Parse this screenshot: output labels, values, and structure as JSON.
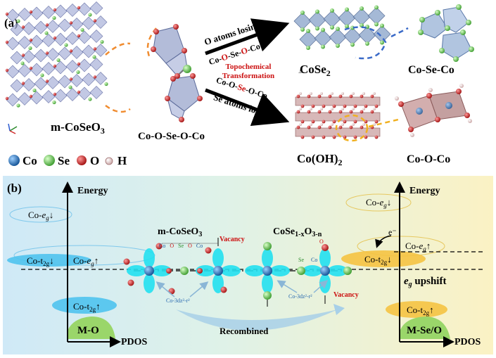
{
  "panel_a": {
    "panel_label": "(a)",
    "m_coseo3": {
      "base": "m-CoSeO",
      "sub": "3"
    },
    "chain_label": "Co-O-Se-O-Co",
    "o_losing": "O atoms losing",
    "seq_top": {
      "p1": "Co-",
      "p2": "O",
      "p3": "-Se-",
      "p4": "O",
      "p5": "-Co"
    },
    "topo_line1": "Topochemical",
    "topo_line2": "Transformation",
    "seq_bottom": {
      "p1": "Co-O-",
      "p2": "Se",
      "p3": "-O-Co"
    },
    "se_losing": "Se atoms losing",
    "cose2": {
      "base": "CoSe",
      "sub": "2"
    },
    "co_se_co": "Co-Se-Co",
    "cooh2": {
      "base": "Co(OH)",
      "sub": "2"
    },
    "co_o_co": "Co-O-Co",
    "legend": {
      "co": "Co",
      "se": "Se",
      "o": "O",
      "h": "H"
    }
  },
  "panel_b": {
    "panel_label": "(b)",
    "energy_left": "Energy",
    "energy_right": "Energy",
    "pdos_left": "PDOS",
    "pdos_right": "PDOS",
    "left_eg_down": {
      "base": "Co-",
      "it": "e",
      "sub": "g",
      "arrow": "↓"
    },
    "left_t2g_down": {
      "base": "Co-t",
      "sub": "2g",
      "arrow": "↓"
    },
    "left_eg_up": {
      "base": "Co-",
      "it": "e",
      "sub": "g",
      "arrow": "↑"
    },
    "left_t2g_up": {
      "base": "Co-t",
      "sub": "2g",
      "arrow": "↑"
    },
    "m_o": "M-O",
    "center_m_coseo3": {
      "base": "m-CoSeO",
      "sub": "3"
    },
    "center_chain": {
      "p1": "Co",
      "p2": "O",
      "p3": "Se",
      "p4": "O",
      "p5": "Co"
    },
    "vacancy_top": "Vacancy",
    "cosexoy": {
      "base": "CoSe",
      "sub1": "1-x",
      "mid": "O",
      "sub2": "3-n"
    },
    "right_chain": {
      "p1": "Se",
      "p2": "Co",
      "o": "O"
    },
    "vacancy_bottom": "Vacancy",
    "co3d_left": "Co-3dz²-r²",
    "co3d_right": "Co-3dz²-r²",
    "recombined": "Recombined",
    "electron": "e⁻",
    "right_eg_down": {
      "base": "Co-",
      "it": "e",
      "sub": "g",
      "arrow": "↓"
    },
    "right_eg_up": {
      "base": "Co-",
      "it": "e",
      "sub": "g",
      "arrow": "↑"
    },
    "right_t2g_down": {
      "base": "Co-t",
      "sub": "2g",
      "arrow": "↓"
    },
    "eg_upshift": {
      "it": "e",
      "sub": "g",
      "rest": " upshift"
    },
    "right_t2g_up": {
      "base": "Co-t",
      "sub": "2g",
      "arrow": "↑"
    },
    "m_se_o": "M-Se/O"
  },
  "colors": {
    "co": "#1c6fb8",
    "se": "#5cc04a",
    "o": "#d11c1c",
    "h": "#e8c8c8",
    "orbital": "#22e0f0",
    "band_blue": "#4fc3ee",
    "band_yellow": "#f5c342",
    "band_green": "#9ad66a",
    "accent_red": "#cc1111",
    "arrow_blue": "#8ab6d6"
  }
}
